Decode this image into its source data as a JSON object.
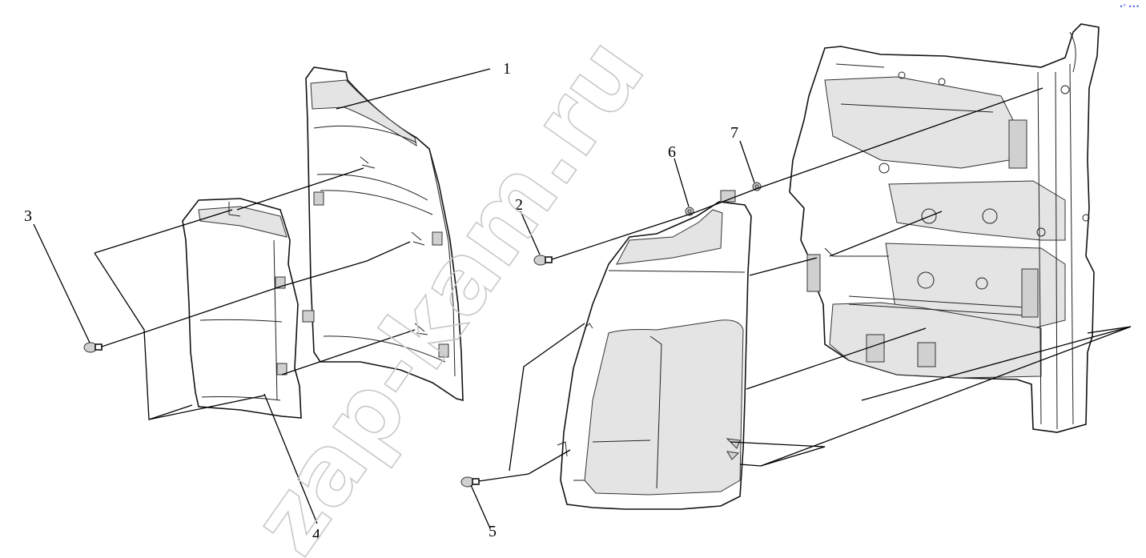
{
  "diagram": {
    "watermark": "zap-kam.ru",
    "callouts": [
      {
        "id": "c1",
        "label": "1"
      },
      {
        "id": "c2",
        "label": "2"
      },
      {
        "id": "c3",
        "label": "3"
      },
      {
        "id": "c4",
        "label": "4"
      },
      {
        "id": "c5",
        "label": "5"
      },
      {
        "id": "c6",
        "label": "6"
      },
      {
        "id": "c7",
        "label": "7"
      }
    ],
    "corner_mark": "•° •••"
  }
}
